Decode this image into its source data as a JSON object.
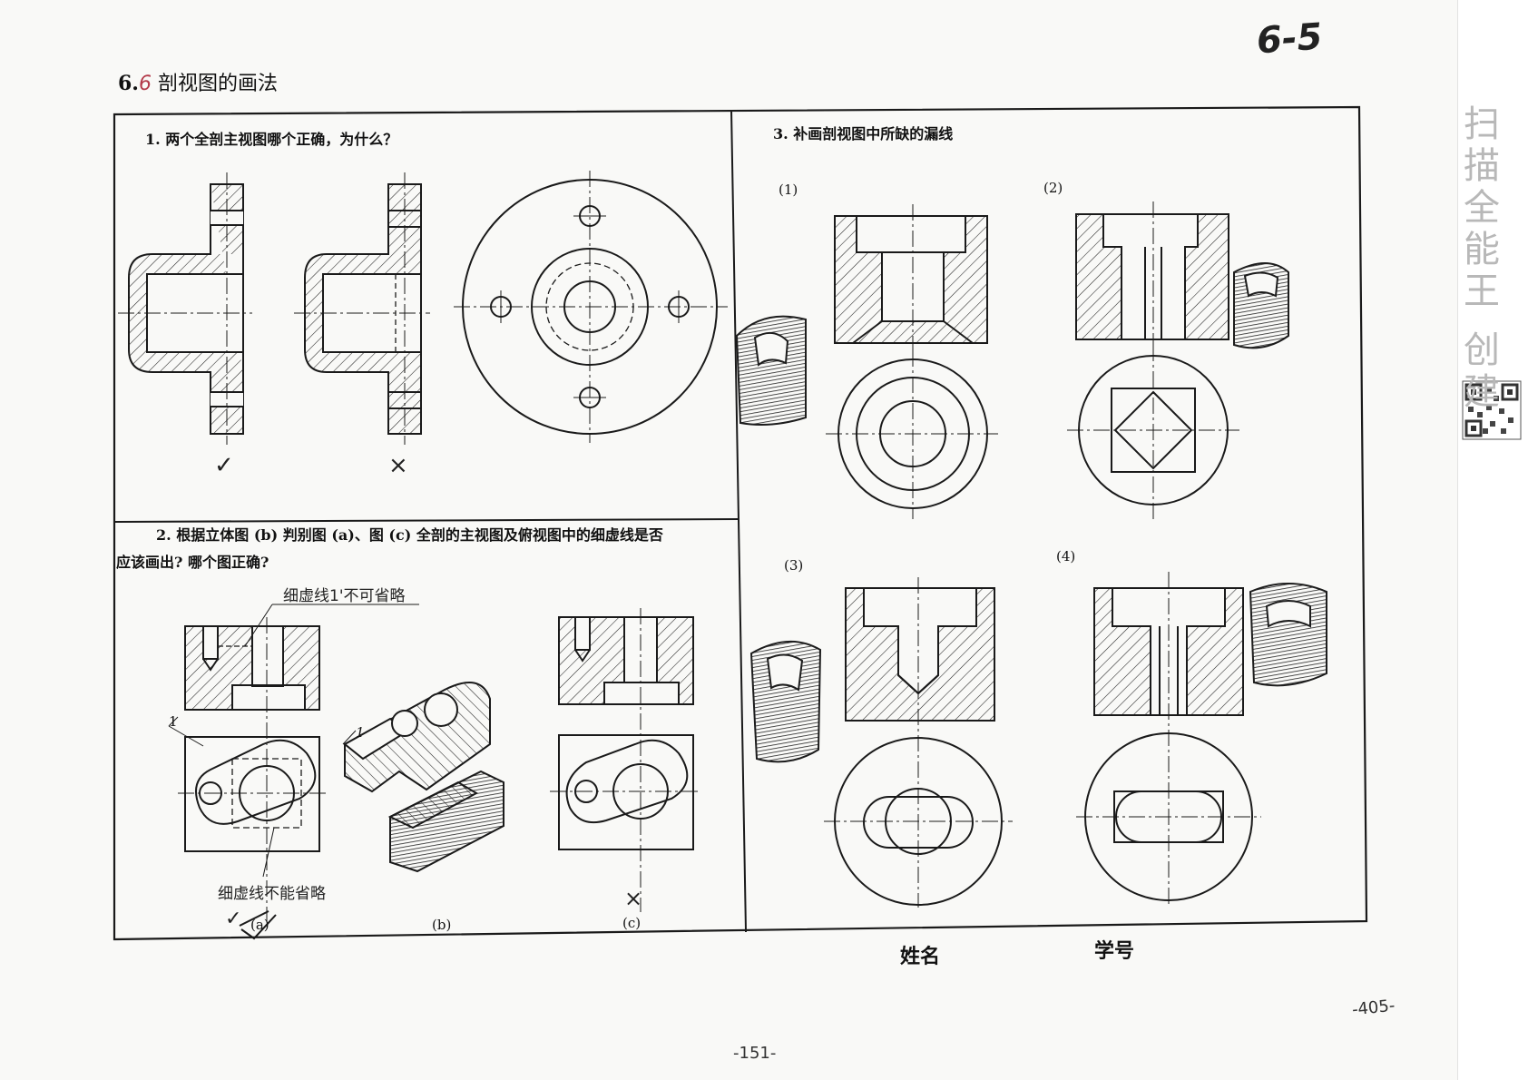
{
  "page": {
    "number": "6-5",
    "footer_scribble": "-405-",
    "center_mark": "-151-"
  },
  "section": {
    "number": "6.",
    "handwritten_mark": "6",
    "title": "剖视图的画法"
  },
  "question1": {
    "text": "1. 两个全剖主视图哪个正确，为什么？",
    "marks": [
      "✓",
      "×"
    ]
  },
  "question2": {
    "line1": "2. 根据立体图 (b) 判别图 (a)、图 (c) 全剖的主视图及俯视图中的细虚线是否",
    "line2": "应该画出? 哪个图正确?",
    "note_top": "细虚线1'不可省略",
    "note_bottom": "细虚线不能省略",
    "label_1": "1",
    "label_1_iso": "1",
    "captions": [
      "(a)",
      "(b)",
      "(c)"
    ],
    "marks": [
      "✓",
      "×"
    ]
  },
  "question3": {
    "text": "3. 补画剖视图中所缺的漏线",
    "sub_labels": [
      "(1)",
      "(2)",
      "(3)",
      "(4)"
    ]
  },
  "footer": {
    "name_label": "姓名",
    "id_label": "学号"
  },
  "watermark": {
    "text": "扫描全能王 创建",
    "qr_icon": "qr-code-icon"
  }
}
